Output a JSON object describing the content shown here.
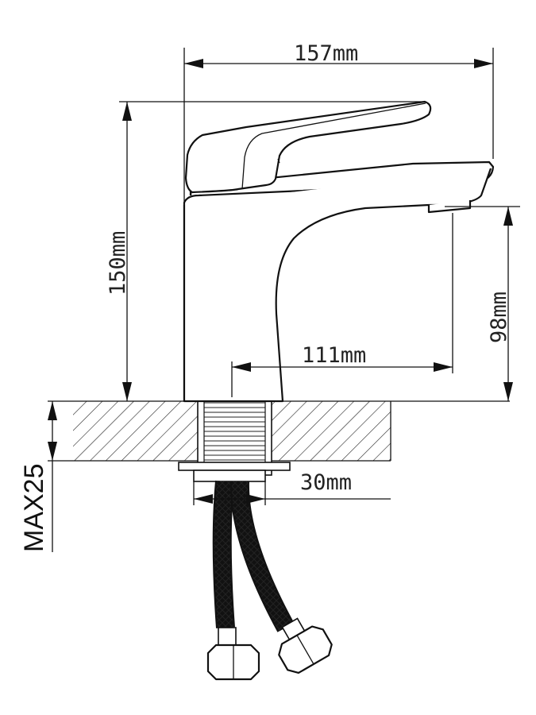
{
  "dimensions": {
    "width_label": "157mm",
    "height_label": "150mm",
    "spout_height_label": "98mm",
    "spout_reach_label": "111mm",
    "hole_diameter_label": "30mm",
    "max_thickness_label": "MAX25"
  },
  "colors": {
    "line": "#111111",
    "background": "#ffffff"
  }
}
